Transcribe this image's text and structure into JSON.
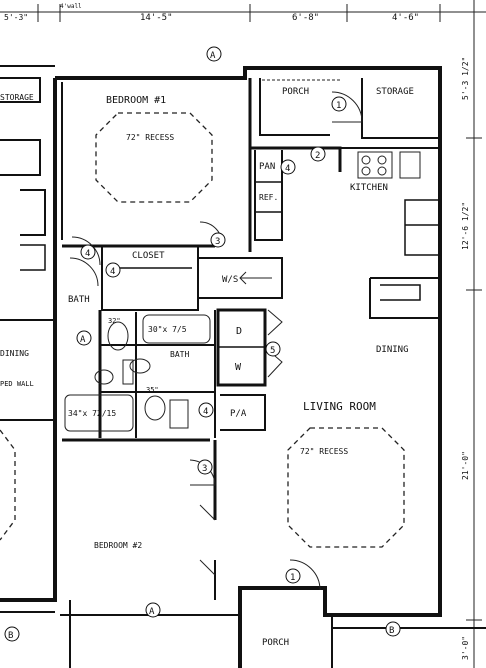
{
  "dimensions": {
    "d1": "5'-3\"",
    "d2": "14'-5\"",
    "d3": "6'-8\"",
    "d4": "4'-6\"",
    "d_walls": "4'wall",
    "d_right_top": "5'-3 1/2\"",
    "d_right_mid": "12'-6 1/2\"",
    "d_right_low": "21'-0\"",
    "d_right_bottom": "3'-0\""
  },
  "rooms": {
    "bedroom1": "BEDROOM #1",
    "bedroom2": "BEDROOM #2",
    "porch_top": "PORCH",
    "porch_bottom": "PORCH",
    "storage_right": "STORAGE",
    "storage_left": "STORAGE",
    "kitchen": "KITCHEN",
    "pan": "PAN",
    "ref": "REF.",
    "closet": "CLOSET",
    "bath_upper": "BATH",
    "bath_lower": "BATH",
    "dining": "DINING",
    "living_room": "LIVING ROOM",
    "ws": "W/S",
    "dryer": "D",
    "washer": "W",
    "pa": "P/A",
    "dining_left": "DINING",
    "ped_wall": "PED WALL",
    "wall_note": "4'wall"
  },
  "recess": {
    "bedroom1": "72\" RECESS",
    "living": "72\" RECESS"
  },
  "fixtures": {
    "tub_upper": "30\"x 7/5",
    "tub_lower": "34\"x 72/15",
    "lav_upper": "32\"",
    "lav_lower": "35\""
  },
  "door_tags": [
    "A",
    "1",
    "4",
    "2",
    "3",
    "5",
    "B",
    "A"
  ]
}
